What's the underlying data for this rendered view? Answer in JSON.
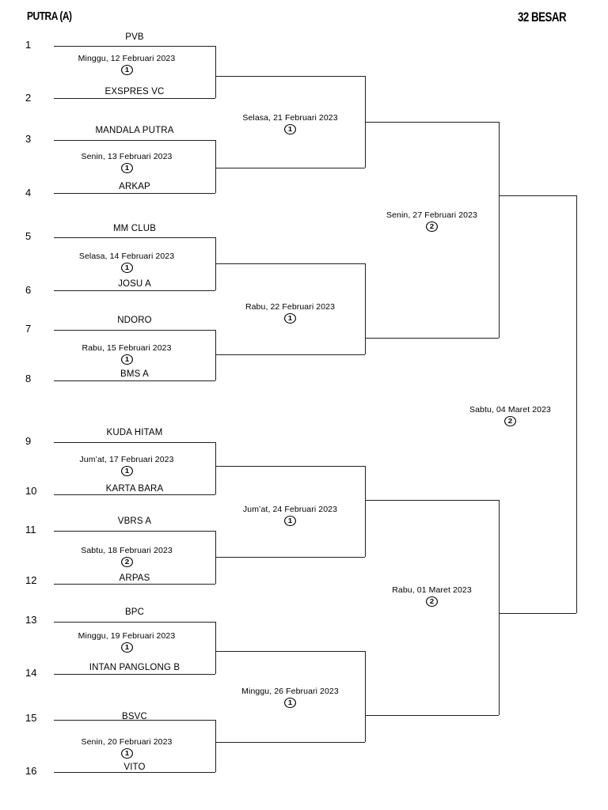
{
  "header": {
    "left_title": "PUTRA (A)",
    "right_title": "32 BESAR"
  },
  "bracket": {
    "seeds": [
      "1",
      "2",
      "3",
      "4",
      "5",
      "6",
      "7",
      "8",
      "9",
      "10",
      "11",
      "12",
      "13",
      "14",
      "15",
      "16"
    ],
    "round1": [
      {
        "top_team": "PVB",
        "bottom_team": "EXSPRES VC",
        "date": "Minggu, 12 Februari 2023",
        "num": "1"
      },
      {
        "top_team": "MANDALA PUTRA",
        "bottom_team": "ARKAP",
        "date": "Senin, 13 Februari 2023",
        "num": "1"
      },
      {
        "top_team": "MM CLUB",
        "bottom_team": "JOSU A",
        "date": "Selasa, 14 Februari 2023",
        "num": "1"
      },
      {
        "top_team": "NDORO",
        "bottom_team": "BMS A",
        "date": "Rabu, 15 Februari 2023",
        "num": "1"
      },
      {
        "top_team": "KUDA HITAM",
        "bottom_team": "KARTA BARA",
        "date": "Jum’at, 17 Februari 2023",
        "num": "1"
      },
      {
        "top_team": "VBRS A",
        "bottom_team": "ARPAS",
        "date": "Sabtu, 18 Februari 2023",
        "num": "2"
      },
      {
        "top_team": "BPC",
        "bottom_team": "INTAN PANGLONG B",
        "date": "Minggu, 19 Februari 2023",
        "num": "1"
      },
      {
        "top_team": "BSVC",
        "bottom_team": "VITO",
        "date": "Senin, 20 Februari 2023",
        "num": "1"
      }
    ],
    "round2": [
      {
        "date": "Selasa, 21  Februari 2023",
        "num": "1"
      },
      {
        "date": "Rabu, 22  Februari 2023",
        "num": "1"
      },
      {
        "date": "Jum’at, 24  Februari 2023",
        "num": "1"
      },
      {
        "date": "Minggu, 26  Februari 2023",
        "num": "1"
      }
    ],
    "round3": [
      {
        "date": "Senin, 27  Februari 2023",
        "num": "2"
      },
      {
        "date": "Rabu, 01 Maret  2023",
        "num": "2"
      }
    ],
    "final": [
      {
        "date": "Sabtu, 04 Maret  2023",
        "num": "2"
      }
    ]
  }
}
